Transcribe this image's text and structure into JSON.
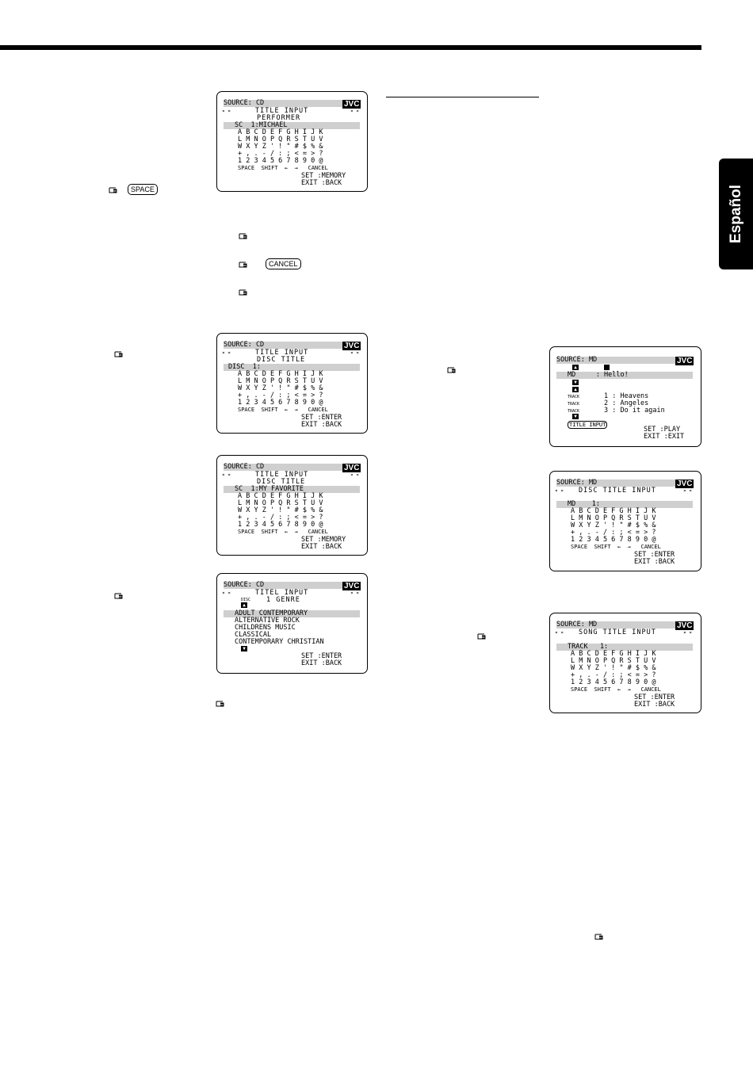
{
  "side_tab": "Español",
  "key_space": "SPACE",
  "key_cancel": "CANCEL",
  "screen1": {
    "source": "SOURCE: CD",
    "brand": "JVC",
    "stars_l": "¤ ¤",
    "stars_r": "¤ ¤",
    "title": "TITLE INPUT",
    "sub": "PERFORMER",
    "field": "SC  1:MICHAEL",
    "r1": "A B C D E F G H I J K",
    "r2": "L M N O P Q R S T U V",
    "r3": "W X Y Z ' ! \" # $ % &",
    "r4": "+ , . - / : ; < = > ?",
    "r5": "1 2 3 4 5 6 7 8 9 0 @",
    "keys": "SPACE  SHIFT  ←  →   CANCEL",
    "f1": "SET :MEMORY",
    "f2": "EXIT :BACK"
  },
  "screen2": {
    "source": "SOURCE: CD",
    "brand": "JVC",
    "stars_l": "¤ ¤",
    "stars_r": "¤ ¤",
    "title": "TITLE INPUT",
    "sub": "DISC TITLE",
    "field": "DISC  1:",
    "r1": "A B C D E F G H I J K",
    "r2": "L M N O P Q R S T U V",
    "r3": "W X Y Z ' ! \" # $ % &",
    "r4": "+ , . - / : ; < = > ?",
    "r5": "1 2 3 4 5 6 7 8 9 0 @",
    "keys": "SPACE  SHIFT  ←  →   CANCEL",
    "f1": "SET :ENTER",
    "f2": "EXIT :BACK"
  },
  "screen3": {
    "source": "SOURCE: CD",
    "brand": "JVC",
    "stars_l": "¤ ¤",
    "stars_r": "¤ ¤",
    "title": "TITLE INPUT",
    "sub": "DISC TITLE",
    "field": "SC  1:MY FAVORITE",
    "r1": "A B C D E F G H I J K",
    "r2": "L M N O P Q R S T U V",
    "r3": "W X Y Z ' ! \" # $ % &",
    "r4": "+ , . - / : ; < = > ?",
    "r5": "1 2 3 4 5 6 7 8 9 0 @",
    "keys": "SPACE  SHIFT  ←  →   CANCEL",
    "f1": "SET :MEMORY",
    "f2": "EXIT :BACK"
  },
  "screen4": {
    "source": "SOURCE: CD",
    "brand": "JVC",
    "stars_l": "¤ ¤",
    "stars_r": "¤ ¤",
    "title": "TITEL INPUT",
    "disc": "DISC",
    "sub": "1 GENRE",
    "g1": "ADULT CONTEMPORARY",
    "g2": "ALTERNATIVE ROCK",
    "g3": "CHILDRENS MUSIC",
    "g4": "CLASSICAL",
    "g5": "CONTEMPORARY CHRISTIAN",
    "f1": "SET :ENTER",
    "f2": "EXIT :BACK"
  },
  "screen5": {
    "source": "SOURCE: MD",
    "brand": "JVC",
    "md": "MD     : Hello!",
    "track": "TRACK",
    "t1": "1 : Heavens",
    "t2": "2 : Angeles",
    "t3": "3 : Do it again",
    "btn": "TITLE INPUT",
    "f1": "SET :PLAY",
    "f2": "EXIT :EXIT"
  },
  "screen6": {
    "source": "SOURCE: MD",
    "brand": "JVC",
    "stars_l": "¤ ¤",
    "stars_r": "¤ ¤",
    "title": "DISC TITLE INPUT",
    "field": "MD    1:",
    "r1": "A B C D E F G H I J K",
    "r2": "L M N O P Q R S T U V",
    "r3": "W X Y Z ' ! \" # $ % &",
    "r4": "+ , . - / : ; < = > ?",
    "r5": "1 2 3 4 5 6 7 8 9 0 @",
    "keys": "SPACE  SHIFT  ←  →   CANCEL",
    "f1": "SET :ENTER",
    "f2": "EXIT :BACK"
  },
  "screen7": {
    "source": "SOURCE: MD",
    "brand": "JVC",
    "stars_l": "¤ ¤",
    "stars_r": "¤ ¤",
    "title": "SONG TITLE INPUT",
    "field": "TRACK   1:",
    "r1": "A B C D E F G H I J K",
    "r2": "L M N O P Q R S T U V",
    "r3": "W X Y Z ' ! \" # $ % &",
    "r4": "+ , . - / : ; < = > ?",
    "r5": "1 2 3 4 5 6 7 8 9 0 @",
    "keys": "SPACE  SHIFT  ←  →   CANCEL",
    "f1": "SET :ENTER",
    "f2": "EXIT :BACK"
  }
}
